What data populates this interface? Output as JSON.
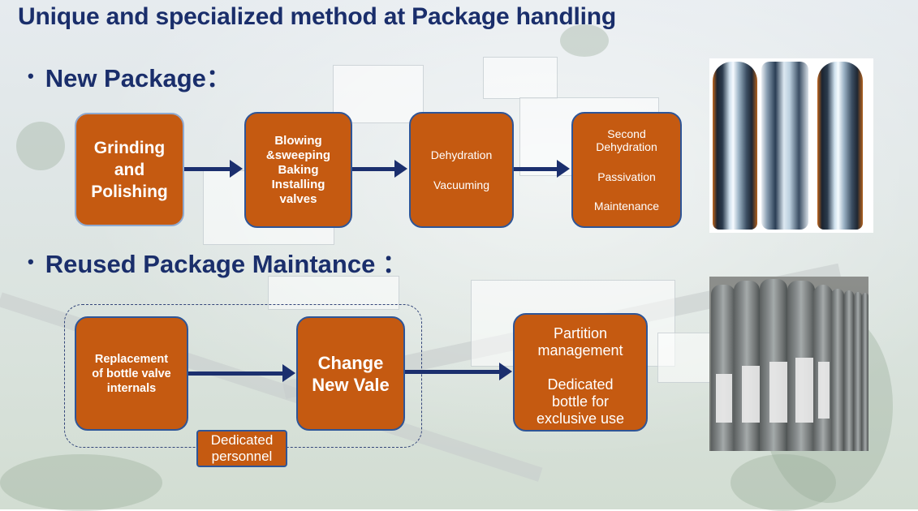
{
  "title": "Unique and specialized method at Package handling",
  "sections": {
    "new_package": "New Package：",
    "reused_package": "Reused Package Maintance ："
  },
  "new_package_steps": [
    {
      "lines": [
        "Grinding",
        "and",
        "Polishing"
      ]
    },
    {
      "lines": [
        "Blowing",
        "&sweeping",
        "Baking",
        "Installing",
        "valves"
      ]
    },
    {
      "lines": [
        "Dehydration",
        "",
        "Vacuuming"
      ]
    },
    {
      "lines": [
        "Second",
        "Dehydration",
        "",
        "Passivation",
        "",
        "Maintenance"
      ]
    }
  ],
  "reused_steps": [
    {
      "lines": [
        "Replacement",
        "of bottle valve",
        "internals"
      ]
    },
    {
      "lines": [
        "Change",
        "New Vale"
      ]
    },
    {
      "lines": [
        "Partition",
        "management",
        "",
        "Dedicated",
        "bottle for",
        "exclusive use"
      ]
    }
  ],
  "dedicated_personnel": {
    "lines": [
      "Dedicated",
      "personnel"
    ]
  },
  "colors": {
    "accent_orange": "#c55a11",
    "title_blue": "#1a2e6b",
    "arrow_navy": "#1b2f6e"
  }
}
